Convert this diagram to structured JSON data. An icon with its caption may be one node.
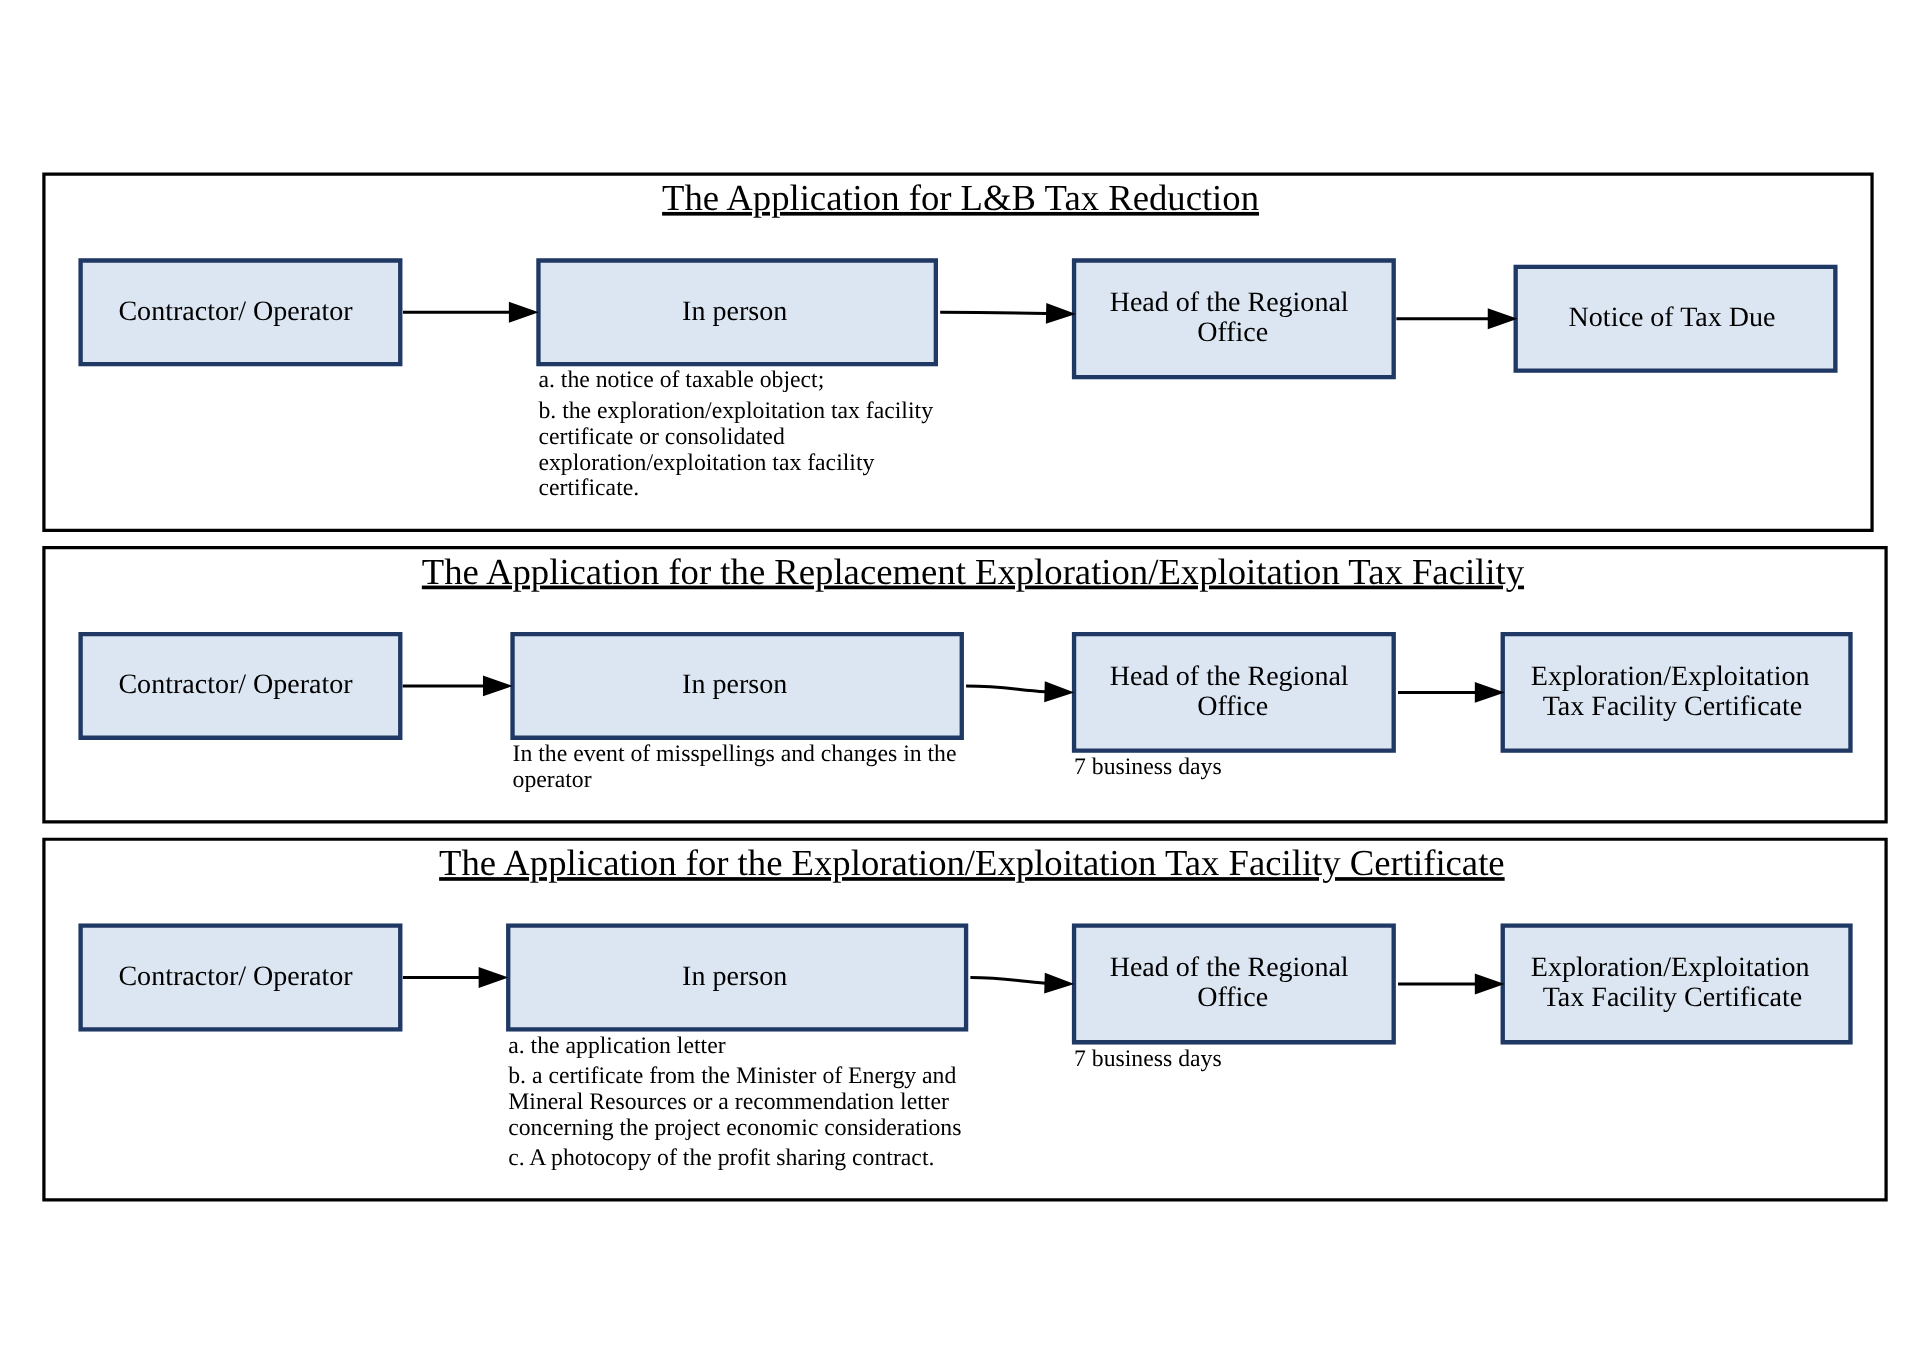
{
  "diagram": {
    "nodes": [
      {
        "text": [
          "The Application for the Exploration/Exploitation Tax Facility Certificate"
        ]
      },
      {
        "text": [
          "Contractor/ Operator"
        ],
        "in": 0
      },
      {
        "text": [
          "In person"
        ],
        "in": 0,
        "beside": [
          "a. the application letter",
          "b. a certificate from the Minister of Energy and Mineral Resources or a recommendation letter concerning the project economic considerations",
          "c. A photocopy of the profit sharing contract."
        ]
      },
      {
        "text": [
          "Head of the Regional Office"
        ],
        "in": 0,
        "beside": [
          "7 business days"
        ]
      },
      {
        "text": [
          "Exploration/Exploitation Tax Facility Certificate"
        ],
        "in": 0
      },
      {
        "text": [
          "The Application for the Replacement Exploration/Exploitation Tax Facility"
        ]
      },
      {
        "text": [
          "Contractor/ Operator"
        ],
        "in": 5
      },
      {
        "text": [
          "In person"
        ],
        "in": 5,
        "beside": [
          "In the event of misspellings and changes in the operator"
        ]
      },
      {
        "text": [
          "Head of the Regional Office"
        ],
        "in": 5,
        "beside": [
          "7 business days"
        ]
      },
      {
        "text": [
          "Exploration/Exploitation Tax Facility Certificate"
        ],
        "in": 5
      },
      {
        "text": [
          "The Application for L&B Tax Reduction"
        ]
      },
      {
        "text": [
          "Contractor/ Operator"
        ],
        "in": 10
      },
      {
        "text": [
          "In person"
        ],
        "in": 10,
        "beside": [
          "a. the notice of taxable object;",
          "b. the exploration/exploitation tax facility certificate or consolidated exploration/exploitation tax facility certificate."
        ]
      },
      {
        "text": [
          "Head of the Regional Office"
        ],
        "in": 10
      },
      {
        "text": [
          "Notice of Tax Due"
        ],
        "in": 10
      }
    ],
    "edges": [
      {
        "from": 1,
        "to": 2,
        "arrow": "to"
      },
      {
        "from": 2,
        "to": 3,
        "arrow": "to"
      },
      {
        "from": 3,
        "to": 4,
        "arrow": "to"
      },
      {
        "from": 6,
        "to": 7,
        "arrow": "to"
      },
      {
        "from": 7,
        "to": 8,
        "arrow": "to"
      },
      {
        "from": 8,
        "to": 9,
        "arrow": "to"
      },
      {
        "from": 11,
        "to": 12,
        "arrow": "to"
      },
      {
        "from": 12,
        "to": 13,
        "arrow": "to"
      },
      {
        "from": 13,
        "to": 14,
        "arrow": "to"
      }
    ]
  }
}
